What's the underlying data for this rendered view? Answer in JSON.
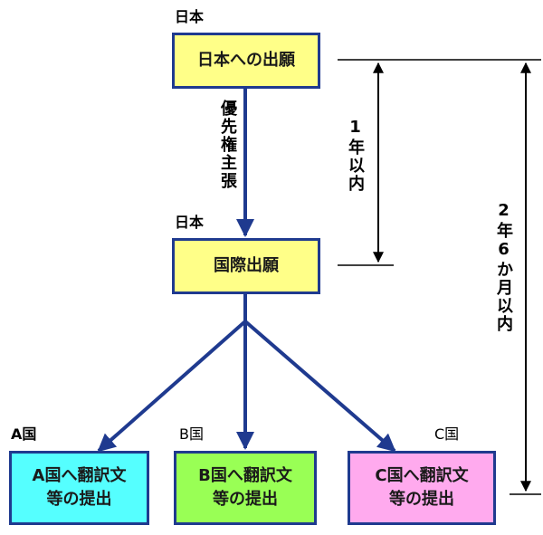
{
  "colors": {
    "arrow": "#1f3a8f",
    "bracket": "#000000",
    "box_border": "#1f3a8f",
    "japan_box": "#ffff88",
    "country_a_box": "#55ffff",
    "country_b_box": "#99ff55",
    "country_c_box": "#ffaaee"
  },
  "japan_label_top": "日本",
  "japan_filing_box": "日本への出願",
  "priority_claim": "優先権主張",
  "japan_label_middle": "日本",
  "international_filing_box": "国際出願",
  "period_one_year": "1年以内",
  "period_two_years_six_months": "2年6か月以内",
  "countries": [
    {
      "label": "A国",
      "line1": "A国へ翻訳文",
      "line2": "等の提出"
    },
    {
      "label": "B国",
      "line1": "B国へ翻訳文",
      "line2": "等の提出"
    },
    {
      "label": "C国",
      "line1": "C国へ翻訳文",
      "line2": "等の提出"
    }
  ]
}
